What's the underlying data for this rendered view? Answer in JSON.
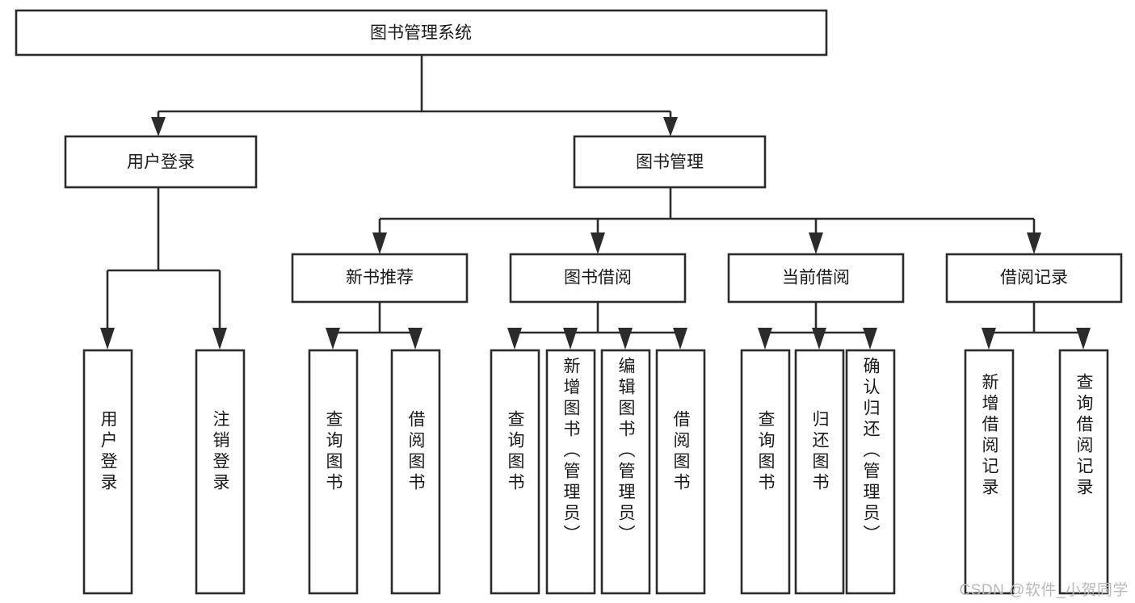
{
  "diagram": {
    "title": "图书管理系统",
    "type": "tree-hierarchy-diagram",
    "colors": {
      "box_fill": "#ffffff",
      "box_stroke": "#2b2b2b",
      "text": "#1a1a1a",
      "background": "#ffffff",
      "watermark": "#b9b9b9"
    },
    "root": {
      "label": "图书管理系统"
    },
    "level2": [
      {
        "label": "用户登录"
      },
      {
        "label": "图书管理"
      }
    ],
    "level3": [
      {
        "label": "新书推荐"
      },
      {
        "label": "图书借阅"
      },
      {
        "label": "当前借阅"
      },
      {
        "label": "借阅记录"
      }
    ],
    "leaves_user_login": [
      {
        "label": "用户登录"
      },
      {
        "label": "注销登录"
      }
    ],
    "leaves_new_book": [
      {
        "label": "查询图书"
      },
      {
        "label": "借阅图书"
      }
    ],
    "leaves_borrow": [
      {
        "label": "查询图书"
      },
      {
        "label": "新增图书（管理员）"
      },
      {
        "label": "编辑图书（管理员）"
      },
      {
        "label": "借阅图书"
      }
    ],
    "leaves_current": [
      {
        "label": "查询图书"
      },
      {
        "label": "归还图书"
      },
      {
        "label": "确认归还（管理员）"
      }
    ],
    "leaves_records": [
      {
        "label": "新增借阅记录"
      },
      {
        "label": "查询借阅记录"
      }
    ]
  },
  "watermark": {
    "text": "CSDN @软件_小贺同学"
  }
}
